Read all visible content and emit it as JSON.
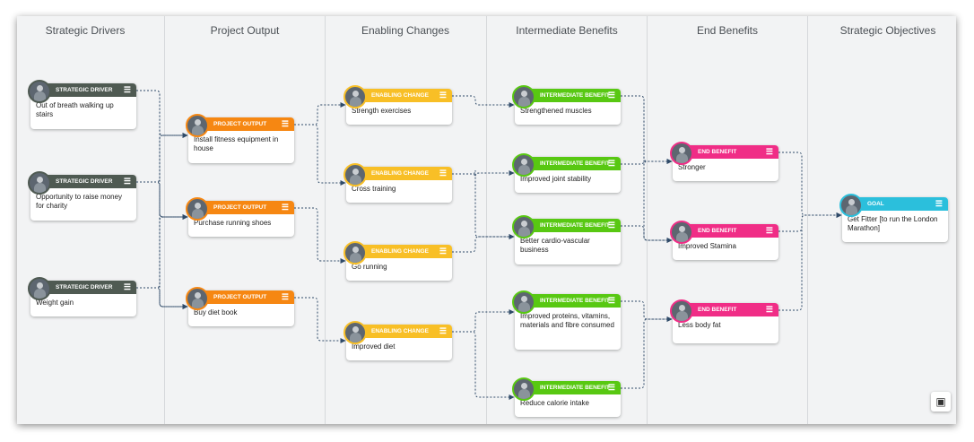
{
  "columns": [
    {
      "title": "Strategic Drivers"
    },
    {
      "title": "Project Output"
    },
    {
      "title": "Enabling Changes"
    },
    {
      "title": "Intermediate Benefits"
    },
    {
      "title": "End Benefits"
    },
    {
      "title": "Strategic Objectives"
    }
  ],
  "colors": {
    "strategic_driver": "#4f5a52",
    "project_output": "#f68712",
    "enabling_change": "#f8bf26",
    "intermediate_benefit": "#58c812",
    "end_benefit": "#f02d86",
    "goal": "#2bbfdc",
    "connector": "#2f4a68"
  },
  "menu_icon": "hamburger-menu-icon",
  "fit_icon": "fit-to-screen-icon",
  "nodes": {
    "sd1": {
      "type": "Strategic Driver",
      "text": "Out of breath walking up stairs"
    },
    "sd2": {
      "type": "Strategic Driver",
      "text": "Opportunity to raise money for charity"
    },
    "sd3": {
      "type": "Strategic Driver",
      "text": "Weight gain"
    },
    "po1": {
      "type": "Project Output",
      "text": "Install fitness equipment in house"
    },
    "po2": {
      "type": "Project Output",
      "text": "Purchase running shoes"
    },
    "po3": {
      "type": "Project Output",
      "text": "Buy diet book"
    },
    "ec1": {
      "type": "Enabling Change",
      "text": "Strength exercises"
    },
    "ec2": {
      "type": "Enabling Change",
      "text": "Cross training"
    },
    "ec3": {
      "type": "Enabling Change",
      "text": "Go running"
    },
    "ec4": {
      "type": "Enabling Change",
      "text": "Improved diet"
    },
    "ib1": {
      "type": "Intermediate Benefit",
      "text": "Strengthened muscles"
    },
    "ib2": {
      "type": "Intermediate Benefit",
      "text": "Improved joint stability"
    },
    "ib3": {
      "type": "Intermediate Benefit",
      "text": "Better cardio-vascular business"
    },
    "ib4": {
      "type": "Intermediate Benefit",
      "text": "Improved proteins, vitamins, materials and fibre consumed"
    },
    "ib5": {
      "type": "Intermediate Benefit",
      "text": "Reduce calorie intake"
    },
    "eb1": {
      "type": "End Benefit",
      "text": "Stronger"
    },
    "eb2": {
      "type": "End Benefit",
      "text": "Improved Stamina"
    },
    "eb3": {
      "type": "End Benefit",
      "text": "Less body fat"
    },
    "g1": {
      "type": "Goal",
      "text": "Get Fitter [to run the London Marathon]"
    }
  },
  "links": [
    [
      "sd1",
      "po1"
    ],
    [
      "sd1",
      "po2"
    ],
    [
      "sd2",
      "po1"
    ],
    [
      "sd2",
      "po2"
    ],
    [
      "sd2",
      "po3"
    ],
    [
      "sd3",
      "po2"
    ],
    [
      "sd3",
      "po3"
    ],
    [
      "po1",
      "ec1"
    ],
    [
      "po1",
      "ec2"
    ],
    [
      "po2",
      "ec3"
    ],
    [
      "po3",
      "ec4"
    ],
    [
      "ec1",
      "ib1"
    ],
    [
      "ec2",
      "ib2"
    ],
    [
      "ec2",
      "ib3"
    ],
    [
      "ec3",
      "ib3"
    ],
    [
      "ec4",
      "ib4"
    ],
    [
      "ec4",
      "ib5"
    ],
    [
      "ib1",
      "eb1"
    ],
    [
      "ib1",
      "eb2"
    ],
    [
      "ib2",
      "eb1"
    ],
    [
      "ib3",
      "eb2"
    ],
    [
      "ib4",
      "eb3"
    ],
    [
      "ib5",
      "eb3"
    ],
    [
      "eb1",
      "g1"
    ],
    [
      "eb2",
      "g1"
    ],
    [
      "eb3",
      "g1"
    ]
  ]
}
